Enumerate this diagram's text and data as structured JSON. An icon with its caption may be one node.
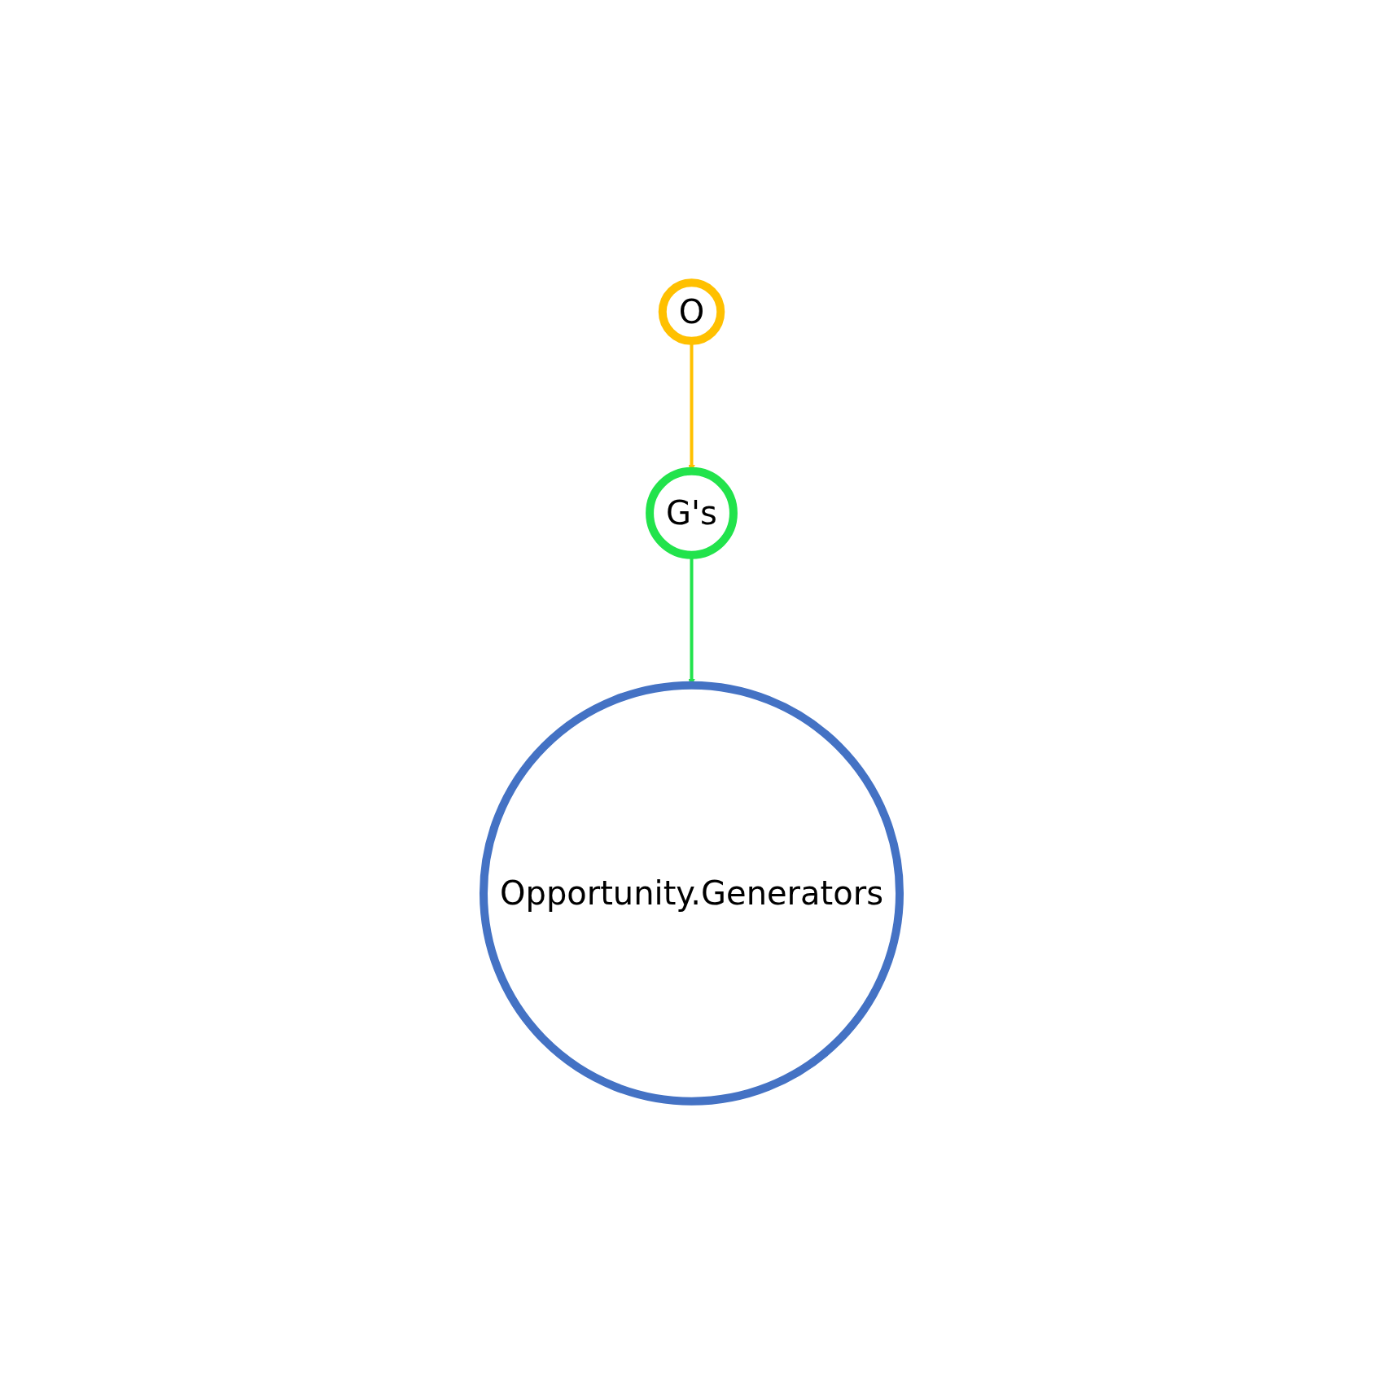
{
  "diagram": {
    "nodes": [
      {
        "text": [
          "O"
        ]
      },
      {
        "text": [
          "G's"
        ]
      },
      {
        "text": [
          "Opportunity.Generators"
        ]
      }
    ],
    "edges": [
      {
        "from": 0,
        "to": 1,
        "arrow": "to",
        "color": "#ffc000"
      },
      {
        "from": 1,
        "to": 2,
        "arrow": "to",
        "color": "#22e34c"
      }
    ]
  }
}
